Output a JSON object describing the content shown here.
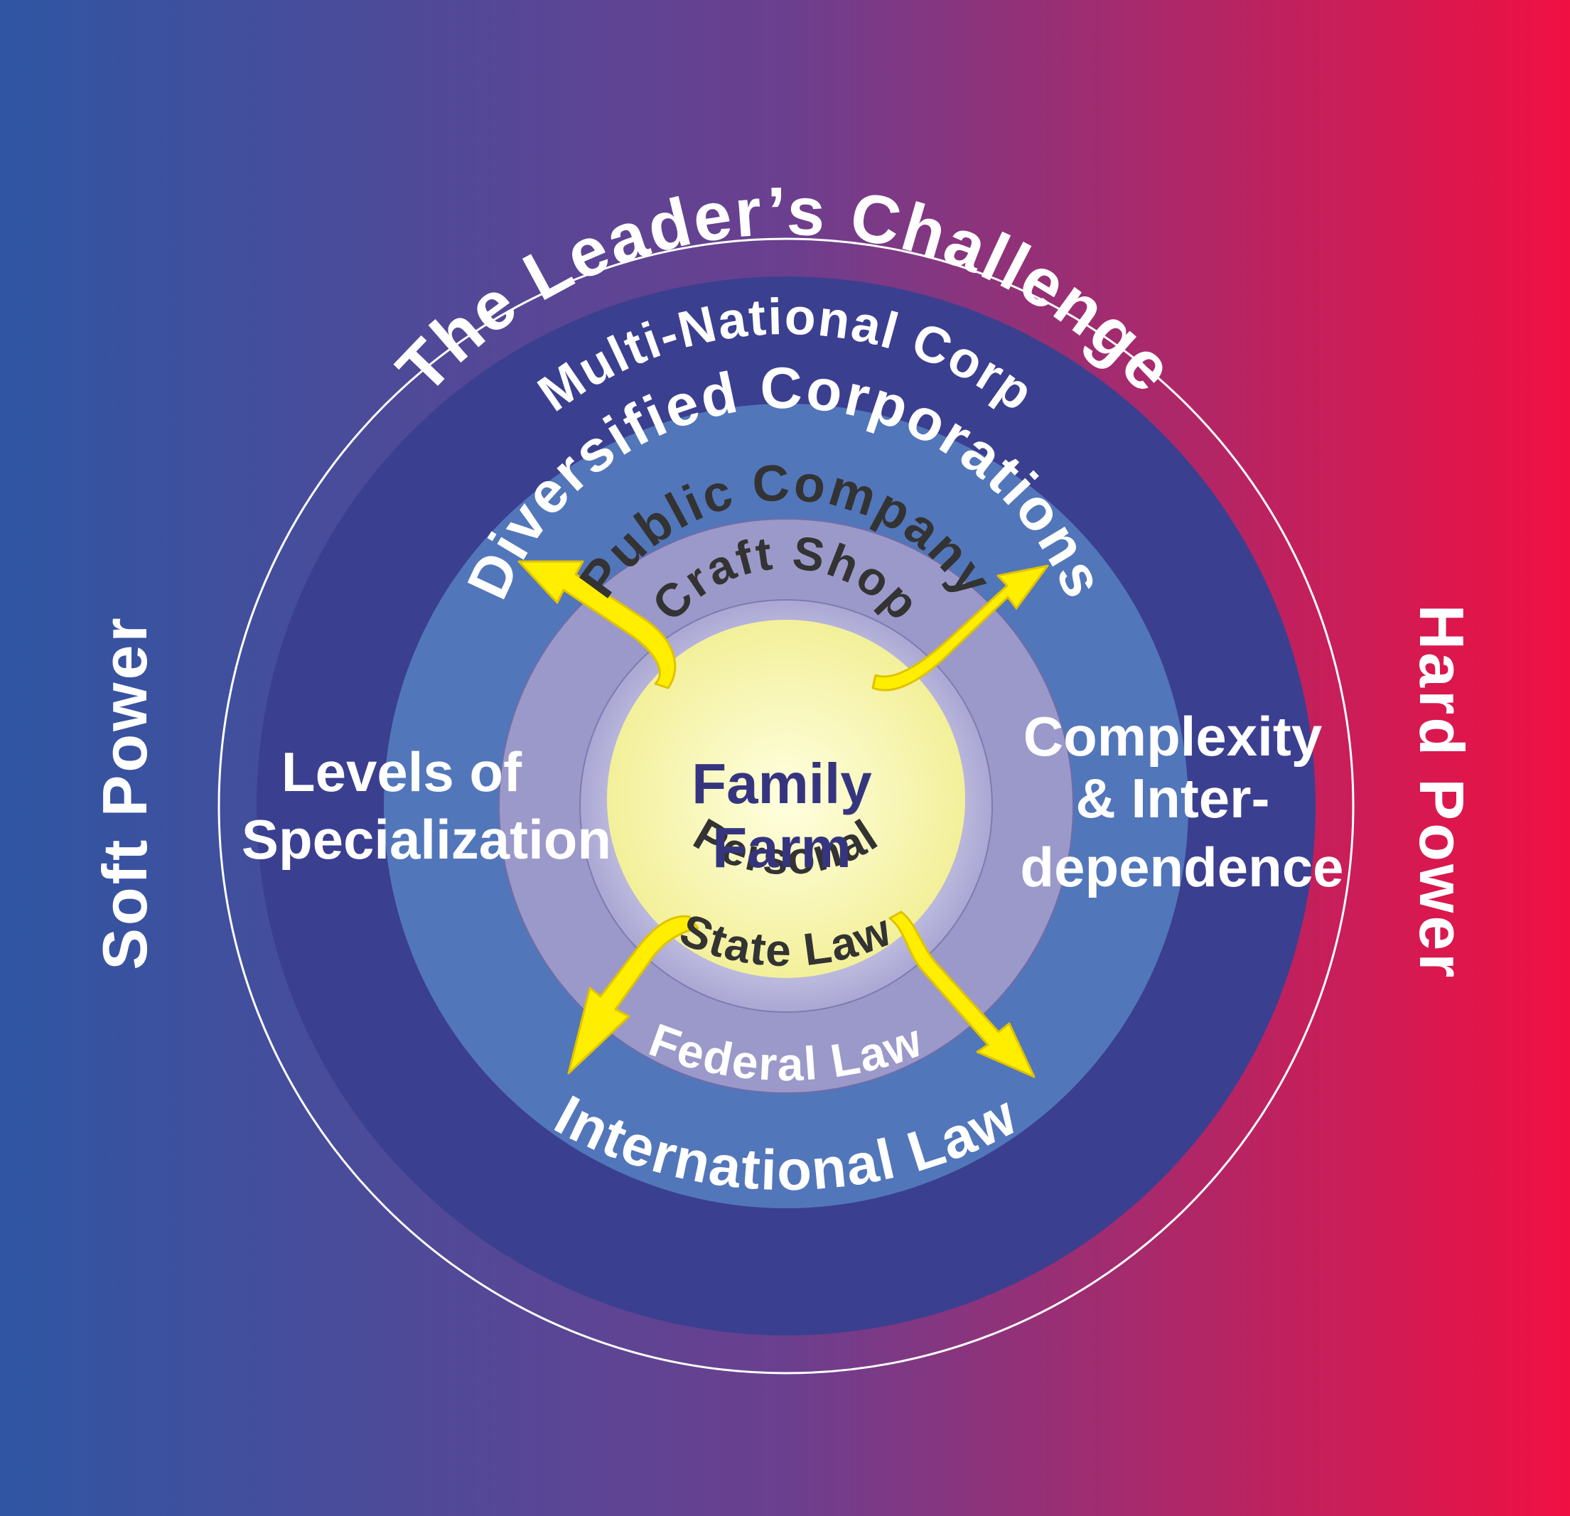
{
  "colors": {
    "bg_left": "#2f56a3",
    "bg_mid": "#6b3f8f",
    "bg_right": "#f01042",
    "ring_outer": "#3b3f90",
    "ring_diversified": "#5276ba",
    "ring_public": "#9b99c9",
    "ring_craft_edge": "#aaa8d4",
    "ring_craft_inner": "#e6e5f3",
    "core_center": "#ffffe0",
    "core_edge": "#f3f09a",
    "arrow": "#ffee00",
    "arrow_stroke": "#e0c200",
    "text_light": "#ffffff",
    "text_dark": "#333333",
    "text_core": "#35357f"
  },
  "outer_labels": {
    "title": "The Leader’s Challenge",
    "left": "Soft Power",
    "right": "Hard Power",
    "bottom": "International  Law"
  },
  "rings": {
    "multinational": "Multi-National Corp",
    "diversified": "Diversified Corporations",
    "federal": "Federal Law",
    "public": "Public Company",
    "state": "State Law",
    "craft": "Craft Shop",
    "personal": "Personal"
  },
  "core": {
    "line1": "Family",
    "line2": "Farm"
  },
  "side_left": {
    "line1": "Levels of",
    "line2": "Specialization"
  },
  "side_right": {
    "line1": "Complexity",
    "line2": "& Inter-",
    "line3": "dependence"
  },
  "arrows": [
    "up-left",
    "up-right",
    "down-left",
    "down-right"
  ]
}
